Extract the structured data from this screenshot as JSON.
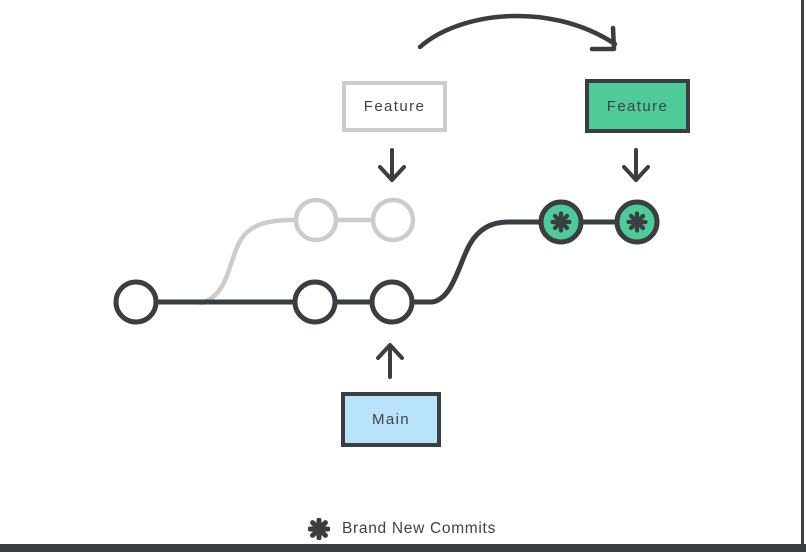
{
  "colors": {
    "dark": "#3a3e41",
    "light_gray": "#cccccc",
    "green": "#4ecb98",
    "light_blue": "#b9e3fa",
    "text": "#3e4347"
  },
  "labels": {
    "feature_before": "Feature",
    "feature_after": "Feature",
    "main": "Main"
  },
  "legend": {
    "icon": "new-commit-asterisk-icon",
    "label": "Brand New Commits"
  },
  "diagram": {
    "main_branch_commit_count": 3,
    "old_feature_commit_count": 2,
    "rebased_feature_commit_count": 2,
    "rebased_commit_marker": "asterisk"
  }
}
